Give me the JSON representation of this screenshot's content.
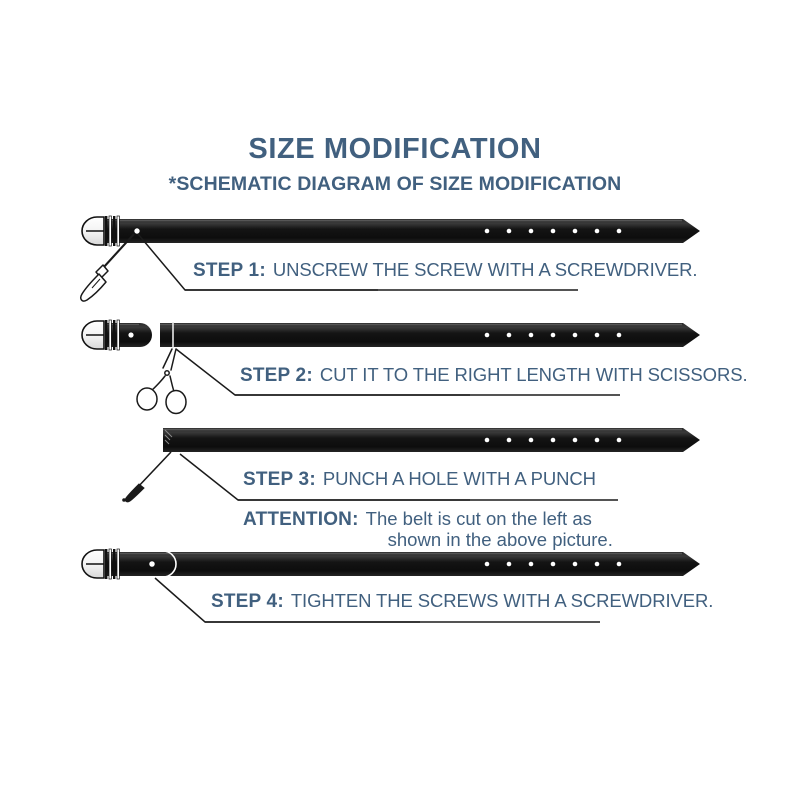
{
  "header": {
    "title": "SIZE MODIFICATION",
    "subtitle": "*SCHEMATIC DIAGRAM OF SIZE MODIFICATION"
  },
  "theme": {
    "text_color": "#41607f",
    "belt_color": "#1a1a1a",
    "background": "#ffffff",
    "hardware_color": "#ffffff",
    "outline_color": "#111111"
  },
  "steps": [
    {
      "id": "step1",
      "lead": "STEP 1:",
      "body": "UNSCREW THE SCREW WITH A SCREWDRIVER.",
      "tool": "screwdriver-icon",
      "belt_state": "intact-with-buckle-and-screw",
      "hole_count": 7
    },
    {
      "id": "step2",
      "lead": "STEP 2:",
      "body": "CUT IT TO THE RIGHT LENGTH WITH SCISSORS.",
      "tool": "scissors-icon",
      "belt_state": "buckle-detached-strap-separate",
      "hole_count": 7
    },
    {
      "id": "step3",
      "lead": "STEP 3:",
      "body": "PUNCH A HOLE WITH A PUNCH",
      "tool": "punch-icon",
      "belt_state": "strap-only-cut-flat-left-end",
      "hole_count": 7
    },
    {
      "id": "step4",
      "lead": "STEP 4:",
      "body": "TIGHTEN THE SCREWS WITH A SCREWDRIVER.",
      "tool": "none",
      "belt_state": "reassembled-with-buckle-and-screw",
      "hole_count": 7
    }
  ],
  "attention": {
    "lead": "ATTENTION:",
    "line1": "The belt is cut on the left as",
    "line2": "shown in the above picture."
  }
}
